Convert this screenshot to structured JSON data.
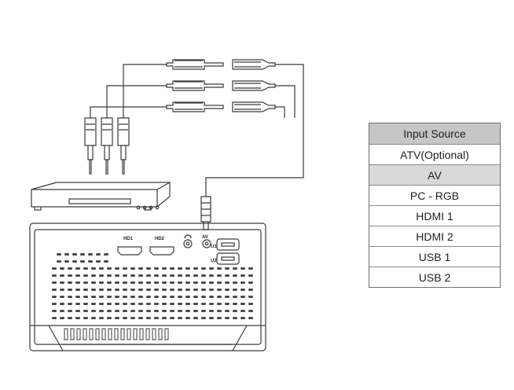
{
  "projector_labels": {
    "hd1": "HD1",
    "hd2": "HD2",
    "av": "AV",
    "u1": "U1",
    "u2": "U2"
  },
  "menu": {
    "title": "Input Source",
    "items": [
      "ATV(Optional)",
      "AV",
      "PC - RGB",
      "HDMI 1",
      "HDMI 2",
      "USB 1",
      "USB 2"
    ],
    "selected_index": 1
  },
  "colors": {
    "line": "#3a3a3a",
    "header_bg": "#c6c6c6",
    "selected_bg": "#d9d9d9"
  }
}
